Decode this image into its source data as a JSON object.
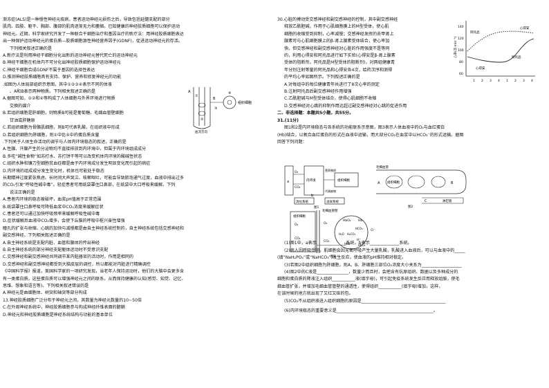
{
  "left_column": [
    "渐冻症(ALS)是一种慢性神经元疾病，患者运动神经元损伤之后，导致包括延髓支配的部分",
    "肌肉、四肢、躯干、胸部、腹部的肌肉逐渐无力和萎缩。已知健康的神经胶质细胞可以保护运动",
    "神经元。近期，科学家研究开发了一种联合干细胞治疗和基因治疗的新疗法：用神经胶质细胞表达",
    "出一种保护运动神经元的蛋白质—胶质细胞源性神经营养因子(GDNF)，促进运动神经元的存活。",
    "下列相关叙述正确的是",
    "A.新疗法是利用神经干细胞分化出新的运动神经元替代死亡的运动神经元",
    "B.神经干细胞在机体内不可分化出神经胶质细胞保护运动神经元",
    "C.神经干细胞合成GDNF不属于基因的选择性表达",
    "D.推测神经胶质细胞具有支持、保护、营养和修复神经元的功能",
    ".如图为人体局部组织示意图，其中①②③④表示不同的体液",
    "、A和B表示两种物质。下列相关叙述正确的是",
    "A.据图可知，①②和④等构成了人体细胞与外界环境进行物质",
    "交换的媒介",
    "B.若组织细胞是肝细胞，则物质B可能是葡萄糖、毛细血管壁细胞",
    "甘油或肝糖原",
    "C.若组织细胞为骨骼肌细胞，则B可代表乳酸，在组织液中形成",
    "D.若组织细胞为肝细胞，则①中比④中的蛋白质含量",
    ".下列关于人体生命活动的调节与人体内环境稳态的叙述，正确的是",
    "A.性腺、汗腺产生的分泌物均不直接排放到内环境中，但属于内环境组成成分",
    "B.多吃“碱性食物”如苏打水、苏打饼干等可以改变机体内环境的酸碱性状态",
    "C.组织水肿和镰刀型细胞贫血症都是由于内环境成分发生明显变化而引起的病症",
    "D.内环境的组成成分发生变化时，机体也可能处于稳态",
    "长期精神过度紧张焦虑、长时间大声哭泣、咳嗽呕吐，可能会导致肺泡通气过度，血液中排出过多",
    "的CO₂引发“呼吸性碱中毒”。轻症患者可用纸袋罩住口鼻部，在纸袋中大口呼吸来缓解。下列",
    "说法正确的是",
    "A.患者内环境的稳态被破坏，血浆pH值高于正常范围",
    "B.纸袋罩住口鼻呼吸可降低血浆中CO₂浓度来缓解症状",
    "C.患者还可以通过加快呼吸频率来缓解呼吸性碱中毒",
    "D.症状缓解后血液中CO₂增多，会使下丘脑的呼吸中枢兴奋性增强",
    "瞳孔的扩张与收缩、心跳的加快与减慢都是由自主神经系统控制的，自主神经系统包括交感神经和",
    "副交感神经。下列相关叙述正确的是",
    "A.自主神经系统是支配内脏、血管和腺体的传出神经",
    "B.自主神经系统的部分神经支配躯体运动时不受意识支配",
    "C.交感神经和副交感神经共同调节某内脏器官的活动时，作用是相同的",
    "D.交感神经和副交感神经都受到大脑皮层的调控，所以都能对内脏进行精确调控",
    "《中国科学报》报道，美国科学家的一项研究发现，当老年人保持运动时，他们的大脑中会更多含",
    "有一类蛋白质，这些蛋白质可以增强神经元之间的联系，从而保持健康的认知(感觉、知觉、记忆、",
    "思维、想象和语言等)。下列相关叙述错误的是",
    "A.神经元是由细胞体、树突和轴突等部分构成",
    "13.神经胶质细胞广泛分布于神经元之间，其数量为神经元数量的10~50倍",
    "C.在外周神经系统中，神经胶质细胞参与构成神经纤维表面的髓鞘",
    "D.神经元和神经胶质细胞是神经系统结构与功能的基本单位"
  ],
  "right_column_top": [
    "30.心脏的搏动受交感神经和副交感神经的控制，其中副交感神经",
    "释放乙酰胆碱，作用于心肌细胞膜上的M型受体，使心肌",
    "细胞的收缩受到抑制，心率减慢；交感神经发挥的去甲肾上",
    "腺素可与心肌细胞膜上的β-肾上腺素受体结合，使心率加",
    "快。但交感神经和副交感神经对心脏的作用强度不是等同",
    "的，利用心得安和阿托品进行如下实验(心得安是β-肾上腺素",
    "受体的阻断剂，阿托品是M型受体的阻断剂)，对两组健康青",
    "年分别注射等量的阿托品和心得安各4次，给药次序和测得",
    "的平均心率如图所示。下列叙述正确的是",
    "A.对每组中的每位健康青年共进行了8次心率的测定",
    "B.注射阿托品后副交感神经作用增强",
    "C.乙酰胆碱与M型受体结合，使得心肌细胞不收缩",
    "D.交感神经对心跳的抑制作用远超过副交感神经对心跳的促进作用"
  ],
  "section_header": "二、非选择题：本题共5小题，共55分。",
  "q31_title": "31.(11分)",
  "q31_intro": [
    "图1和2是内环境稳态与各系统的功能联系示意图，图3表示人体血液中的O₂与血红蛋白",
    "(Hb)结合，以氧合血红蛋白的形式在血液中运输，而大部分CO₂在血浆中以HCO₃⁻的形式运输。据图",
    "回答下列问题："
  ],
  "q31_questions": [
    "(1)图1中，a表示______________系统，b表示______________系统。",
    "(2)病人因呼吸受阻，肌细胞会因无氧呼吸产生大量乳酸，乳酸进入血液后，可以与血液中的_____",
    "(填“NaH₂PO₄”或“NaHCO₃”)发生反应，使血液的pH维持相对稳定。",
    "(3)若图2中组织细胞为肝细胞，则A、B、肝细胞三部位O₂浓度大小关系为___________________",
    "(4)图2中的C液是_______________，数量少而且时，会把含有抗原组织、数据以及多种成分的",
    "细胞和蛋白质的降液注入组织___________液(填字母)，可引起免疫系统发生反应而释放组胺，使毛",
    "细血管扩张，并增加毛细血管管壁的通透性，使得组织___________(填字母)增加，这样，",
    "在该时候的地方就出现了又红又痒的包。",
    "(5)CO₂不从组织液进入组织细胞的原因是________________________________________",
    "(6)内环境稳态的重要意义是______________________________________________。"
  ],
  "fig_tissue": {
    "labels": [
      "A",
      "B",
      "①",
      "②",
      "③",
      "④",
      "组织细胞",
      "血流方向"
    ]
  },
  "fig_heart_rate": {
    "ylabel": "心率(次·min⁻¹)",
    "y_ticks": [
      "60",
      "80",
      "100",
      "120",
      "140"
    ],
    "x_ticks": [
      "1",
      "2",
      "3",
      "4",
      "1",
      "2",
      "3",
      "4"
    ],
    "labels": [
      "阿托品",
      "心得安",
      "心得安",
      "阿托品"
    ]
  },
  "fig1": {
    "labels": [
      "O₂",
      "CO₂",
      "营养物质",
      "代谢废物",
      "a",
      "b",
      "内环境",
      "组织细胞",
      "消化系统",
      "泌尿系统",
      "图1"
    ]
  },
  "fig2": {
    "labels": [
      "毛细血管",
      "淋巴管",
      "组织细胞",
      "A",
      "B",
      "C",
      "图2"
    ]
  },
  "fig3": {
    "labels": [
      "毛细血管壁",
      "组织细胞",
      "O₂",
      "CO₂",
      "O₂",
      "CO₂",
      "HbO₂",
      "Hb",
      "H₂O",
      "H₂CO₃",
      "HCO₃⁻",
      "H⁺",
      "HHb",
      "HbO₂",
      "Cl⁻",
      "图3"
    ]
  }
}
